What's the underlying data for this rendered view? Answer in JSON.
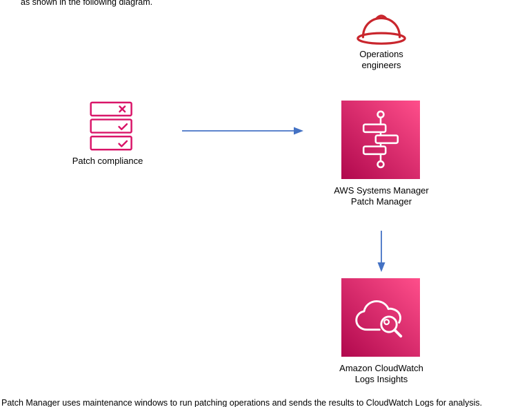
{
  "top_text": "as shown in the following diagram.",
  "bottom_text": "Patch Manager uses maintenance windows to run patching operations and sends the results to CloudWatch Logs for analysis.",
  "persona": {
    "icon": "hardhat-icon",
    "line1": "Operations",
    "line2": "engineers"
  },
  "checklist": {
    "icon": "checklist-icon",
    "label": "Patch compliance"
  },
  "ssm": {
    "icon": "workflow-automation-icon",
    "line1": "AWS Systems Manager",
    "line2": "Patch Manager"
  },
  "cloudwatch": {
    "icon": "cloud-search-icon",
    "line1": "Amazon CloudWatch",
    "line2": "Logs Insights"
  },
  "connectors": {
    "horizontal": "arrow-right",
    "vertical": "arrow-down"
  },
  "colors": {
    "square_start": "#B0084D",
    "square_end": "#FF4F8B",
    "arrow": "#4472C4",
    "hardhat": "#C9262D",
    "checklist": "#D91468",
    "text": "#000000"
  }
}
